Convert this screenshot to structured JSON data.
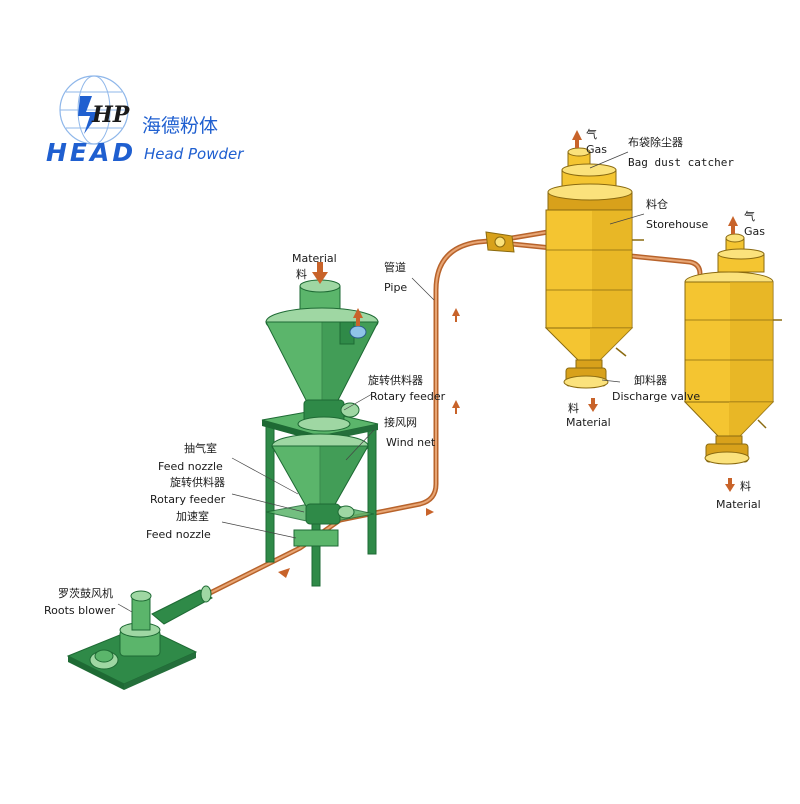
{
  "brand": {
    "logo_letters": "HP",
    "head": "HEAD",
    "name_zh": "海德粉体",
    "name_en": "Head Powder"
  },
  "labels": {
    "material_top_en": "Material",
    "material_top_zh": "料",
    "pipe_zh": "管道",
    "pipe_en": "Pipe",
    "rotary_feeder_1_zh": "旋转供料器",
    "rotary_feeder_1_en": "Rotary feeder",
    "wind_net_zh": "接风网",
    "wind_net_en": "Wind net",
    "feed_nozzle_1_zh": "抽气室",
    "feed_nozzle_1_en": "Feed nozzle",
    "rotary_feeder_2_zh": "旋转供料器",
    "rotary_feeder_2_en": "Rotary feeder",
    "feed_nozzle_2_zh": "加速室",
    "feed_nozzle_2_en": "Feed nozzle",
    "roots_blower_zh": "罗茨鼓风机",
    "roots_blower_en": "Roots blower",
    "gas_1_zh": "气",
    "gas_1_en": "Gas",
    "bag_dust_zh": "布袋除尘器",
    "bag_dust_en": "Bag dust catcher",
    "storehouse_zh": "料仓",
    "storehouse_en": "Storehouse",
    "gas_2_zh": "气",
    "gas_2_en": "Gas",
    "discharge_zh": "卸料器",
    "discharge_en": "Discharge valve",
    "material_1_zh": "料",
    "material_1_en": "Material",
    "material_2_zh": "料",
    "material_2_en": "Material"
  },
  "colors": {
    "brand_blue": "#1f5fd0",
    "feeder_green": "#5bb56b",
    "silo_yellow": "#f4c531",
    "pipe_orange": "#b8632b"
  }
}
